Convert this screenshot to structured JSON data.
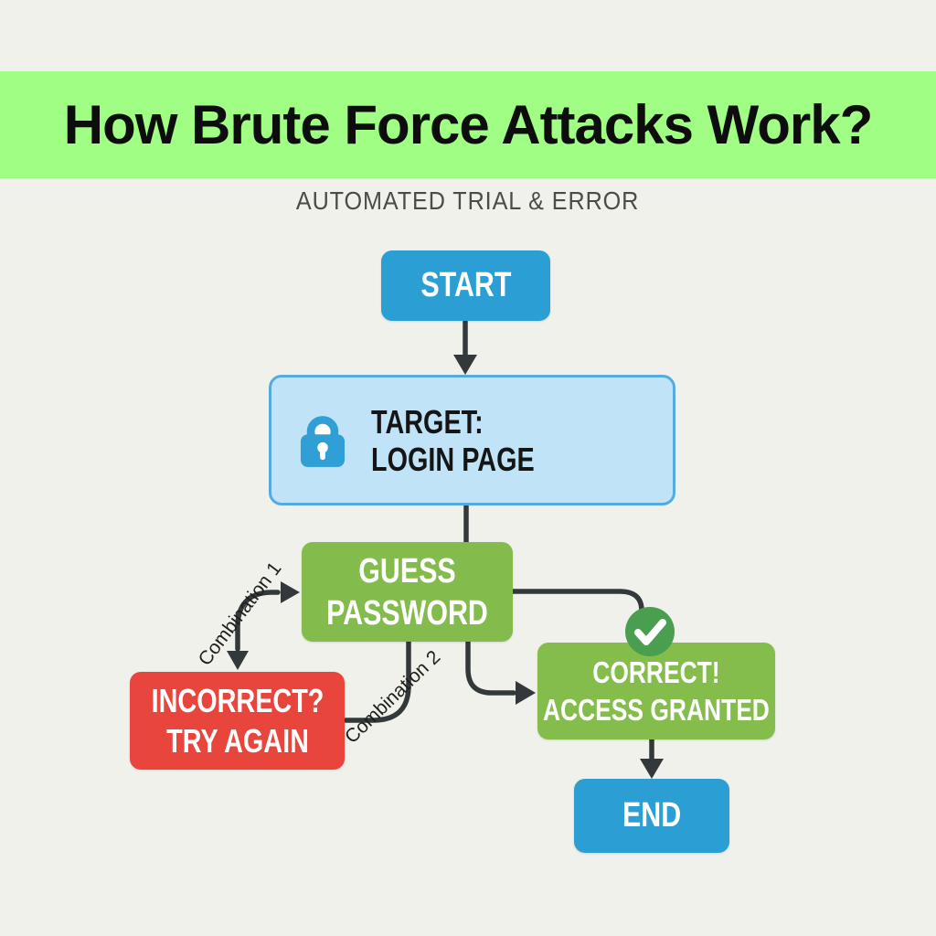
{
  "banner": {
    "title": "How Brute Force Attacks Work?"
  },
  "subtitle": "AUTOMATED TRIAL & ERROR",
  "flowchart": {
    "nodes": {
      "start": {
        "label": "START"
      },
      "target": {
        "line1": "TARGET:",
        "line2": "LOGIN PAGE",
        "icon": "lock-icon"
      },
      "guess": {
        "line1": "GUESS",
        "line2": "PASSWORD"
      },
      "incorrect": {
        "line1": "INCORRECT?",
        "line2": "TRY AGAIN"
      },
      "correct": {
        "line1": "CORRECT!",
        "line2": "ACCESS GRANTED",
        "badge": "check-icon"
      },
      "end": {
        "label": "END"
      }
    },
    "edges": {
      "combination1": "Combination 1",
      "combination2": "Combination 2"
    }
  },
  "colors": {
    "bg": "#f0f1ea",
    "banner": "#a0fe85",
    "subtitle": "#4b4b48",
    "blue": "#2b9fd4",
    "lightblue": "#c0e3f8",
    "lightblue-border": "#54abdc",
    "green": "#83bc4c",
    "green2": "#85bd4d",
    "red": "#e8453c",
    "check": "#4a9e50",
    "arrow": "#33383a"
  }
}
